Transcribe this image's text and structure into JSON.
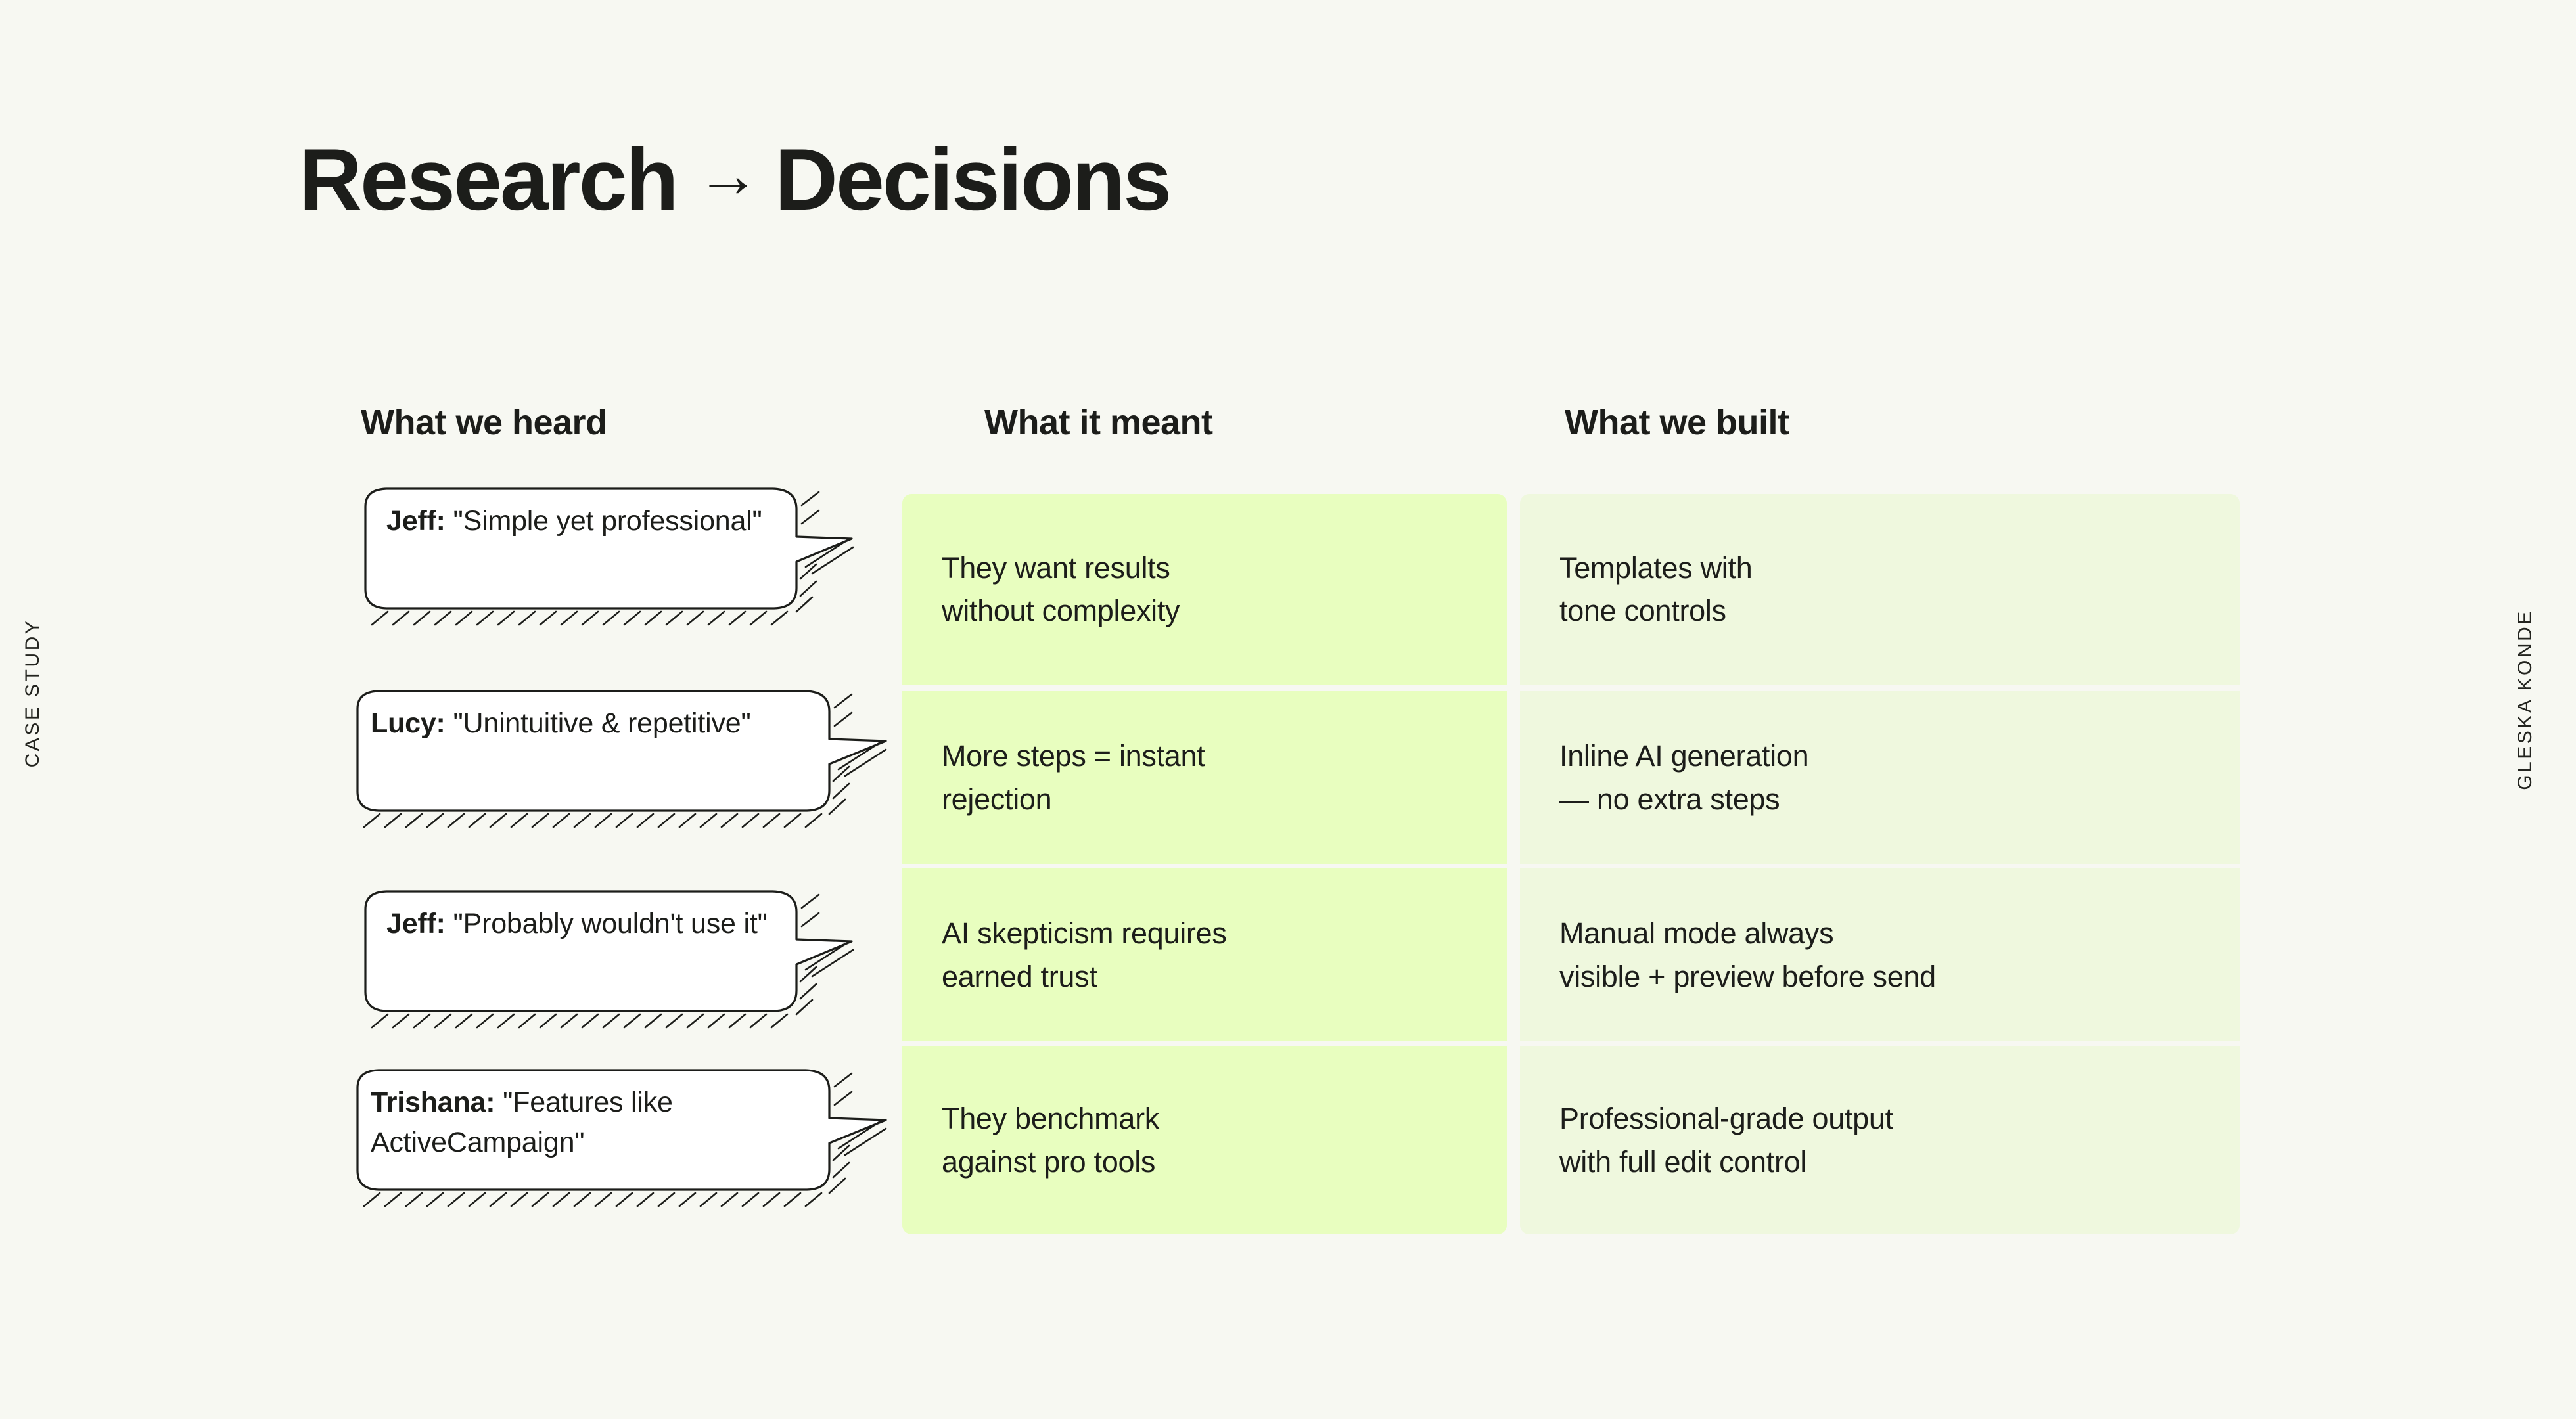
{
  "meta": {
    "left_rail_label": "CASE STUDY",
    "right_rail_label": "GLESKA KONDE",
    "background_color": "#f7f8f2",
    "ink_color": "#1c1d1a",
    "accent_lime": "#e8febf",
    "accent_lime_pale": "#eff8de"
  },
  "title": {
    "first": "Research",
    "arrow": "→",
    "second": "Decisions",
    "full": "Research → Decisions"
  },
  "columns": {
    "heard": "What we heard",
    "meant": "What it meant",
    "built": "What we built"
  },
  "rows": [
    {
      "quote_name": "Jeff:",
      "quote_text": "\"Simple yet professional\"",
      "meant": "They want results\nwithout complexity",
      "built": "Templates with\ntone controls"
    },
    {
      "quote_name": "Lucy:",
      "quote_text": "\"Unintuitive & repetitive\"",
      "meant": "More steps = instant\nrejection",
      "built": "Inline AI generation\n— no extra steps"
    },
    {
      "quote_name": "Jeff:",
      "quote_text": "\"Probably wouldn't use it\"",
      "meant": "AI skepticism requires\nearned trust",
      "built": "Manual mode always\nvisible + preview before send"
    },
    {
      "quote_name": "Trishana:",
      "quote_text": "\"Features like ActiveCampaign\"",
      "meant": "They benchmark\nagainst pro tools",
      "built": "Professional-grade output\nwith full edit control"
    }
  ]
}
